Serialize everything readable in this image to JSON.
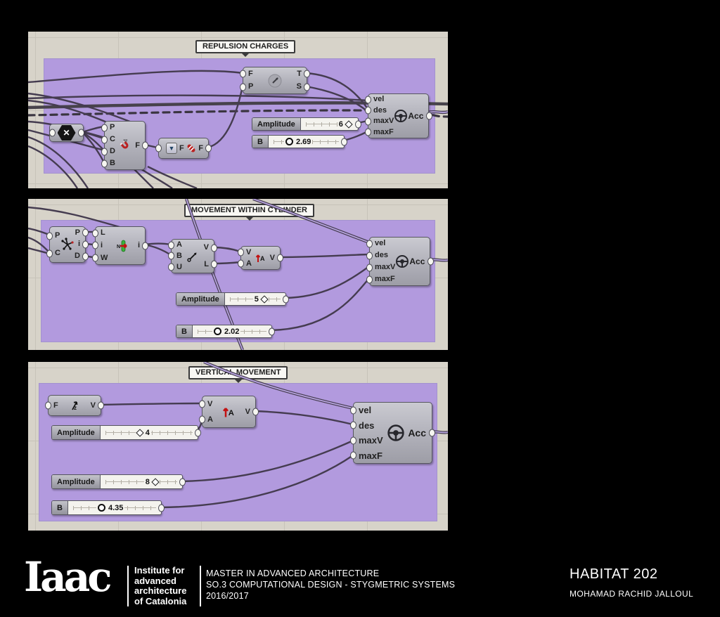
{
  "panels": [
    {
      "title": "REPULSION CHARGES",
      "nodes": {
        "multiply": {
          "glyph": "✕"
        },
        "charge": {
          "inputs": [
            "P",
            "C",
            "D",
            "B"
          ],
          "output": "F"
        },
        "merge": {
          "in": "F",
          "out": "F"
        },
        "field_line": {
          "inputs": [
            "F",
            "P"
          ],
          "outputs": [
            "T",
            "S"
          ]
        },
        "acc": {
          "inputs": [
            "vel",
            "des",
            "maxV",
            "maxF"
          ],
          "label": "Acc"
        }
      },
      "sliders": [
        {
          "label": "Amplitude",
          "value": "6"
        },
        {
          "label": "B",
          "value": "2.69"
        }
      ]
    },
    {
      "title": "MOVEMENT WITHIN CYLINDER",
      "nodes": {
        "proximity": {
          "inputs": [
            "P",
            "C"
          ],
          "outputs": [
            "P",
            "i",
            "D"
          ]
        },
        "remap": {
          "inputs": [
            "L",
            "i",
            "W"
          ],
          "output": "i"
        },
        "vector2pt": {
          "inputs": [
            "A",
            "B",
            "U"
          ],
          "outputs": [
            "V",
            "L"
          ]
        },
        "amplitude": {
          "inputs": [
            "V",
            "A"
          ],
          "output": "V"
        },
        "acc": {
          "inputs": [
            "vel",
            "des",
            "maxV",
            "maxF"
          ],
          "label": "Acc"
        }
      },
      "sliders": [
        {
          "label": "Amplitude",
          "value": "5"
        },
        {
          "label": "B",
          "value": "2.02"
        }
      ]
    },
    {
      "title": "VERTICAL MOVEMENT",
      "nodes": {
        "unit_z": {
          "in": "F",
          "out": "V"
        },
        "amplitude": {
          "inputs": [
            "V",
            "A"
          ],
          "output": "V"
        },
        "acc": {
          "inputs": [
            "vel",
            "des",
            "maxV",
            "maxF"
          ],
          "label": "Acc"
        }
      },
      "sliders": [
        {
          "label": "Amplitude",
          "value": "4"
        },
        {
          "label": "Amplitude",
          "value": "8"
        },
        {
          "label": "B",
          "value": "4.35"
        }
      ]
    }
  ],
  "footer": {
    "logo": "Iaac",
    "org_lines": [
      "Institute for",
      "advanced",
      "architecture",
      "of Catalonia"
    ],
    "program_lines": [
      "MASTER IN ADVANCED ARCHITECTURE",
      "SO.3 COMPUTATIONAL DESIGN - STYGMETRIC SYSTEMS",
      "2016/2017"
    ],
    "project": "HABITAT 202",
    "author": "MOHAMAD RACHID JALLOUL"
  },
  "colors": {
    "group": "#b29ade",
    "canvas": "#d7d3c9",
    "wire": "#453c50",
    "accent_red": "#bb2222"
  }
}
